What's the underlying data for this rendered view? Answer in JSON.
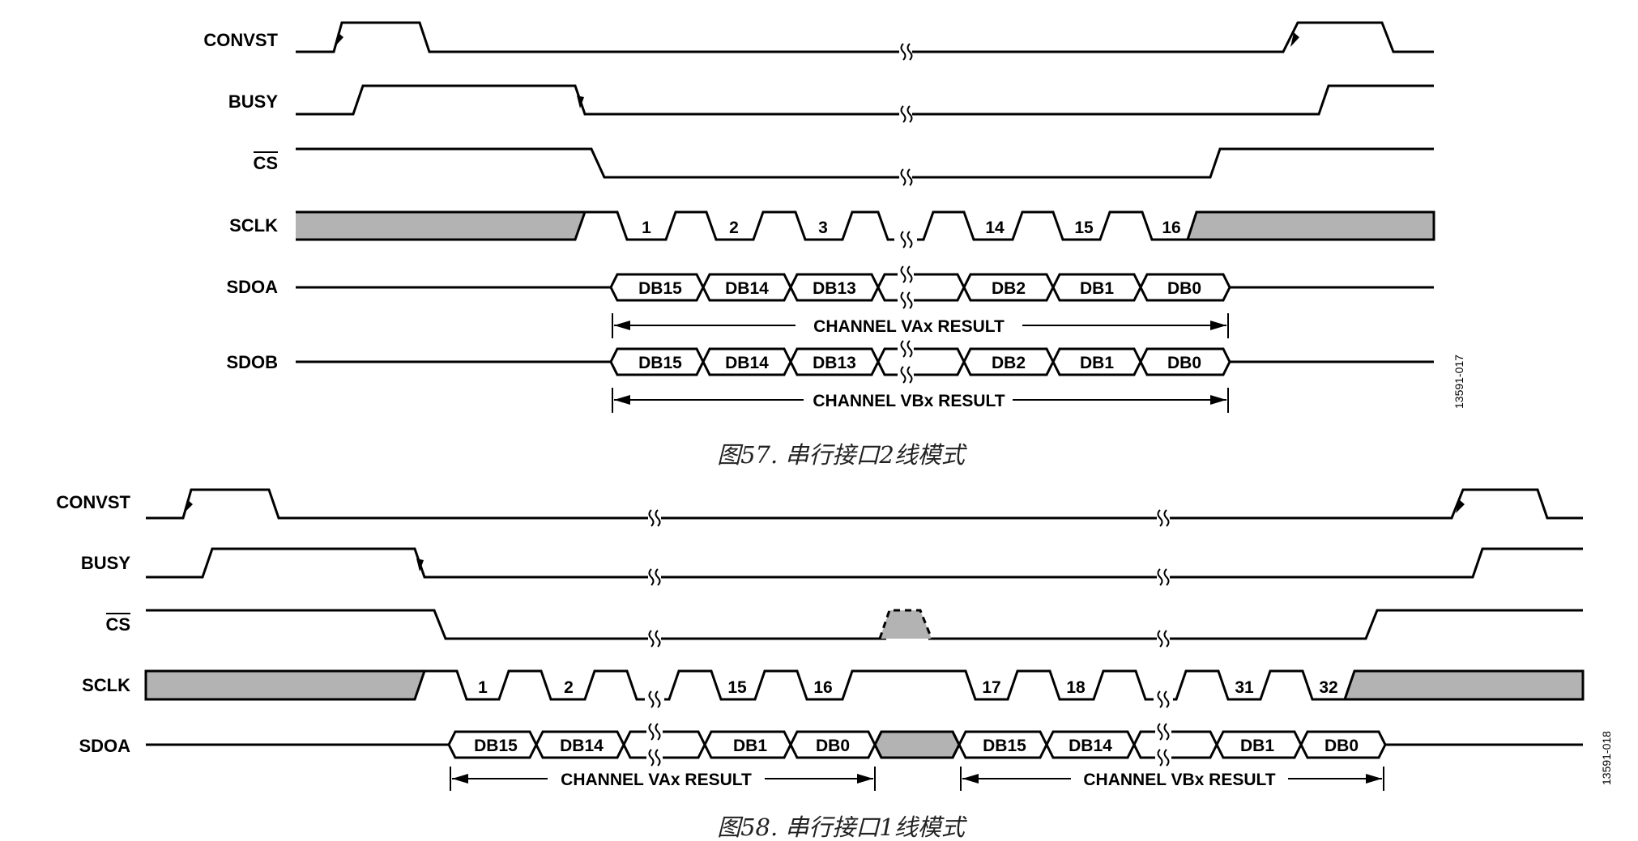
{
  "figure57": {
    "labels": {
      "convst": "CONVST",
      "busy": "BUSY",
      "cs": "CS",
      "sclk": "SCLK",
      "sdoa": "SDOA",
      "sdob": "SDOB"
    },
    "sclk_numbers": [
      "1",
      "2",
      "3",
      "14",
      "15",
      "16"
    ],
    "sdoa_cells": [
      "DB15",
      "DB14",
      "DB13",
      "DB2",
      "DB1",
      "DB0"
    ],
    "sdob_cells": [
      "DB15",
      "DB14",
      "DB13",
      "DB2",
      "DB1",
      "DB0"
    ],
    "sdoa_result": "CHANNEL VAx RESULT",
    "sdob_result": "CHANNEL VBx RESULT",
    "figure_id": "13591-017",
    "caption": "图57. 串行接口2线模式"
  },
  "figure58": {
    "labels": {
      "convst": "CONVST",
      "busy": "BUSY",
      "cs": "CS",
      "sclk": "SCLK",
      "sdoa": "SDOA"
    },
    "sclk_numbers": [
      "1",
      "2",
      "15",
      "16",
      "17",
      "18",
      "31",
      "32"
    ],
    "sdoa_cells": [
      "DB15",
      "DB14",
      "DB1",
      "DB0",
      "DB15",
      "DB14",
      "DB1",
      "DB0"
    ],
    "result_a": "CHANNEL VAx RESULT",
    "result_b": "CHANNEL VBx RESULT",
    "figure_id": "13591-018",
    "caption": "图58. 串行接口1线模式"
  }
}
